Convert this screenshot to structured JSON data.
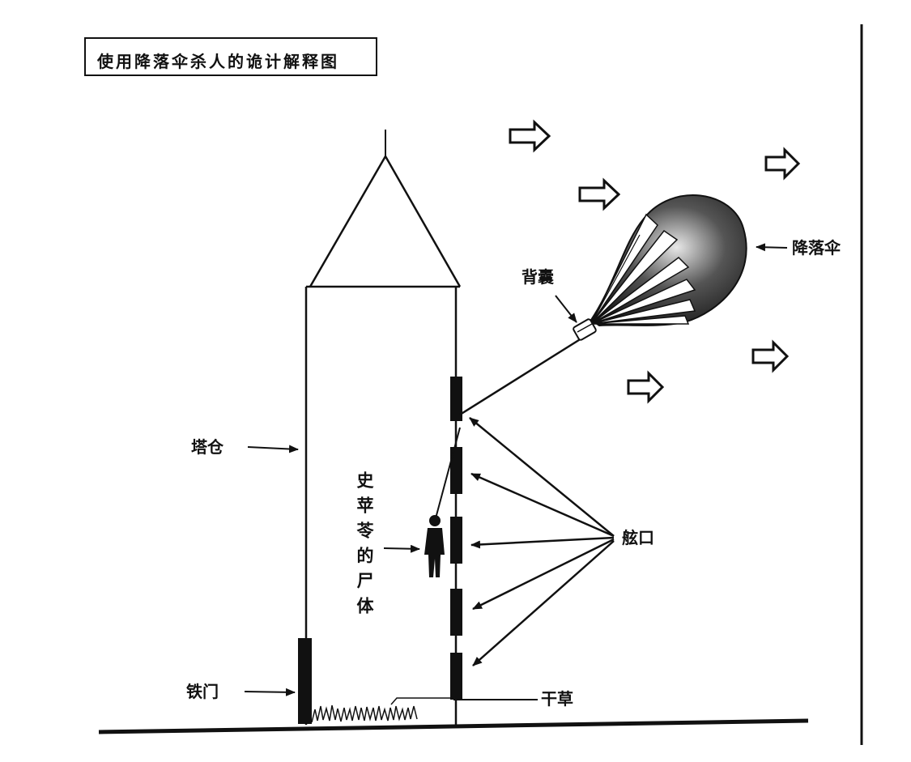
{
  "title": "使用降落伞杀人的诡计解释图",
  "labels": {
    "tower": "塔仓",
    "iron_door": "铁门",
    "body": "史苹苓的尸体",
    "window": "舷口",
    "hay": "干草",
    "parachute": "降落伞",
    "backpack": "背囊"
  },
  "colors": {
    "ink": "#111111",
    "paper": "#ffffff"
  }
}
